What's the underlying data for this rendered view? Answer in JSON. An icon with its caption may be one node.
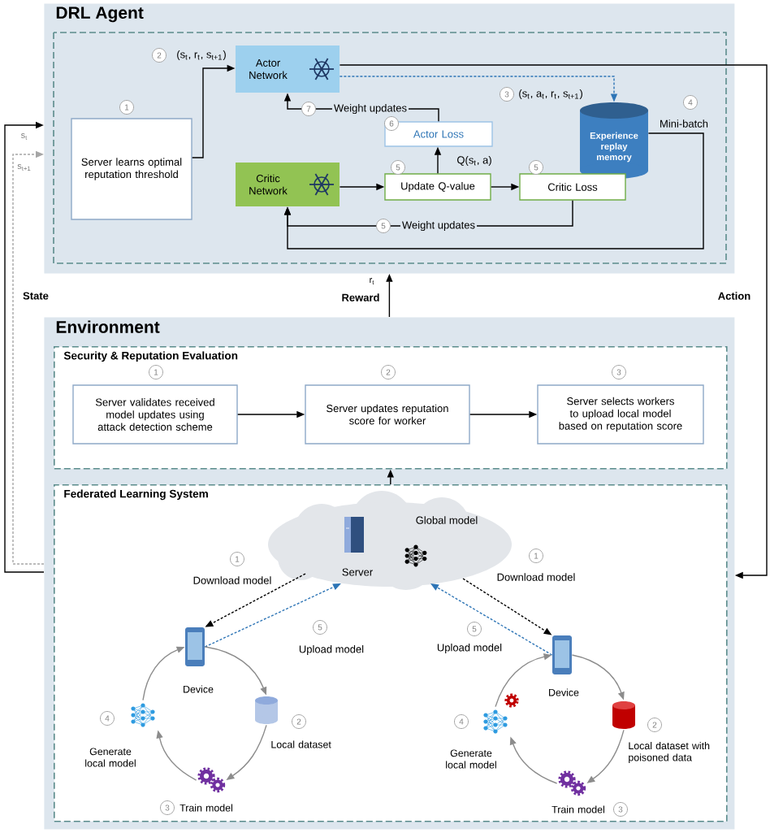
{
  "diagram": {
    "nodes": [
      {
        "text": [
          "DRL Agent"
        ]
      },
      {
        "text": [
          "Server learns optimal reputation threshold"
        ],
        "in": 0
      },
      {
        "text": [
          "Actor Network"
        ],
        "in": 0
      },
      {
        "text": [
          "Experience replay memory"
        ],
        "in": 0
      },
      {
        "text": [
          "Actor Loss"
        ],
        "in": 0
      },
      {
        "text": [
          "Critic Network"
        ],
        "in": 0
      },
      {
        "text": [
          "Update Q-value"
        ],
        "in": 0
      },
      {
        "text": [
          "Critic Loss"
        ],
        "in": 0
      },
      {
        "text": [
          "Environment"
        ]
      },
      {
        "text": [
          "Security & Reputation Evaluation"
        ],
        "in": 8
      },
      {
        "text": [
          "Server validates received model updates using attack detection scheme"
        ],
        "in": 9
      },
      {
        "text": [
          "Server updates reputation score for worker"
        ],
        "in": 9
      },
      {
        "text": [
          "Server selects workers to upload local model based on reputation score"
        ],
        "in": 9
      },
      {
        "text": [
          "Federated Learning System"
        ],
        "in": 8
      },
      {
        "text": [
          "Global model",
          "Server"
        ],
        "in": 13
      },
      {
        "text": [
          "Device"
        ],
        "in": 13
      },
      {
        "text": [
          "Local dataset"
        ],
        "in": 13
      },
      {
        "text": [
          "Train model"
        ],
        "in": 13
      },
      {
        "text": [
          "Generate local model"
        ],
        "in": 13
      },
      {
        "text": [
          "Device"
        ],
        "in": 13
      },
      {
        "text": [
          "Local dataset with poisoned data"
        ],
        "in": 13
      },
      {
        "text": [
          "Train model"
        ],
        "in": 13
      },
      {
        "text": [
          "Generate local model"
        ],
        "in": 13
      }
    ],
    "edges": [
      {
        "from": 8,
        "to": 0,
        "arrow": "to"
      },
      {
        "from": 8,
        "to": 0,
        "arrow": "to",
        "style": "dashed",
        "color": "#a6a6a6"
      },
      {
        "from": 1,
        "to": 2,
        "arrow": "to",
        "label": "(s$_{t}$, r$_{t}$, s$_{t+1}$)"
      },
      {
        "from": 2,
        "to": 3,
        "arrow": "to",
        "style": "dashed",
        "color": "#2e75b6",
        "label": "(s$_{t}$, a$_{t}$, r$_{t}$, s$_{t+1}$)"
      },
      {
        "from": 2,
        "to": 8,
        "arrow": "to",
        "label": "Action"
      },
      {
        "from": 3,
        "to": 5,
        "arrow": "to",
        "label": "Mini-batch"
      },
      {
        "from": 4,
        "to": 2,
        "arrow": "to",
        "label": "Weight updates"
      },
      {
        "from": 5,
        "to": 6,
        "arrow": "to"
      },
      {
        "from": 6,
        "to": 4,
        "arrow": "to",
        "label": "Q(s$_{t}$, a)"
      },
      {
        "from": 6,
        "to": 7,
        "arrow": "to"
      },
      {
        "from": 7,
        "to": 5,
        "arrow": "to",
        "label": "Weight updates"
      },
      {
        "from": 8,
        "to": 0,
        "arrow": "to",
        "label": "Reward"
      },
      {
        "from": 10,
        "to": 11,
        "arrow": "to"
      },
      {
        "from": 11,
        "to": 12,
        "arrow": "to"
      },
      {
        "from": 13,
        "to": 9,
        "arrow": "to"
      },
      {
        "from": 14,
        "to": 15,
        "arrow": "to",
        "style": "dashed",
        "label": "Download model"
      },
      {
        "from": 15,
        "to": 14,
        "arrow": "to",
        "style": "dashed",
        "color": "#2e75b6",
        "label": "Upload model"
      },
      {
        "from": 14,
        "to": 19,
        "arrow": "to",
        "style": "dashed",
        "label": "Download model"
      },
      {
        "from": 19,
        "to": 14,
        "arrow": "to",
        "style": "dashed",
        "color": "#2e75b6",
        "label": "Upload model"
      },
      {
        "from": 15,
        "to": 16,
        "arrow": "to",
        "color": "#8c8c8c"
      },
      {
        "from": 16,
        "to": 17,
        "arrow": "to",
        "color": "#8c8c8c"
      },
      {
        "from": 17,
        "to": 18,
        "arrow": "to",
        "color": "#8c8c8c"
      },
      {
        "from": 18,
        "to": 15,
        "arrow": "to",
        "color": "#8c8c8c"
      },
      {
        "from": 19,
        "to": 20,
        "arrow": "to",
        "color": "#8c8c8c"
      },
      {
        "from": 20,
        "to": 21,
        "arrow": "to",
        "color": "#8c8c8c"
      },
      {
        "from": 21,
        "to": 22,
        "arrow": "to",
        "color": "#8c8c8c"
      },
      {
        "from": 22,
        "to": 19,
        "arrow": "to",
        "color": "#8c8c8c"
      }
    ],
    "labels": [
      "1",
      "2",
      "3",
      "4",
      "7",
      "6",
      "5",
      "5",
      "5",
      "s$_{t}$",
      "s$_{t+1}$",
      "State",
      "r$_{t}$",
      "1",
      "2",
      "3",
      "1",
      "1",
      "5",
      "5",
      "4",
      "2",
      "4",
      "2",
      "3",
      "3"
    ]
  }
}
